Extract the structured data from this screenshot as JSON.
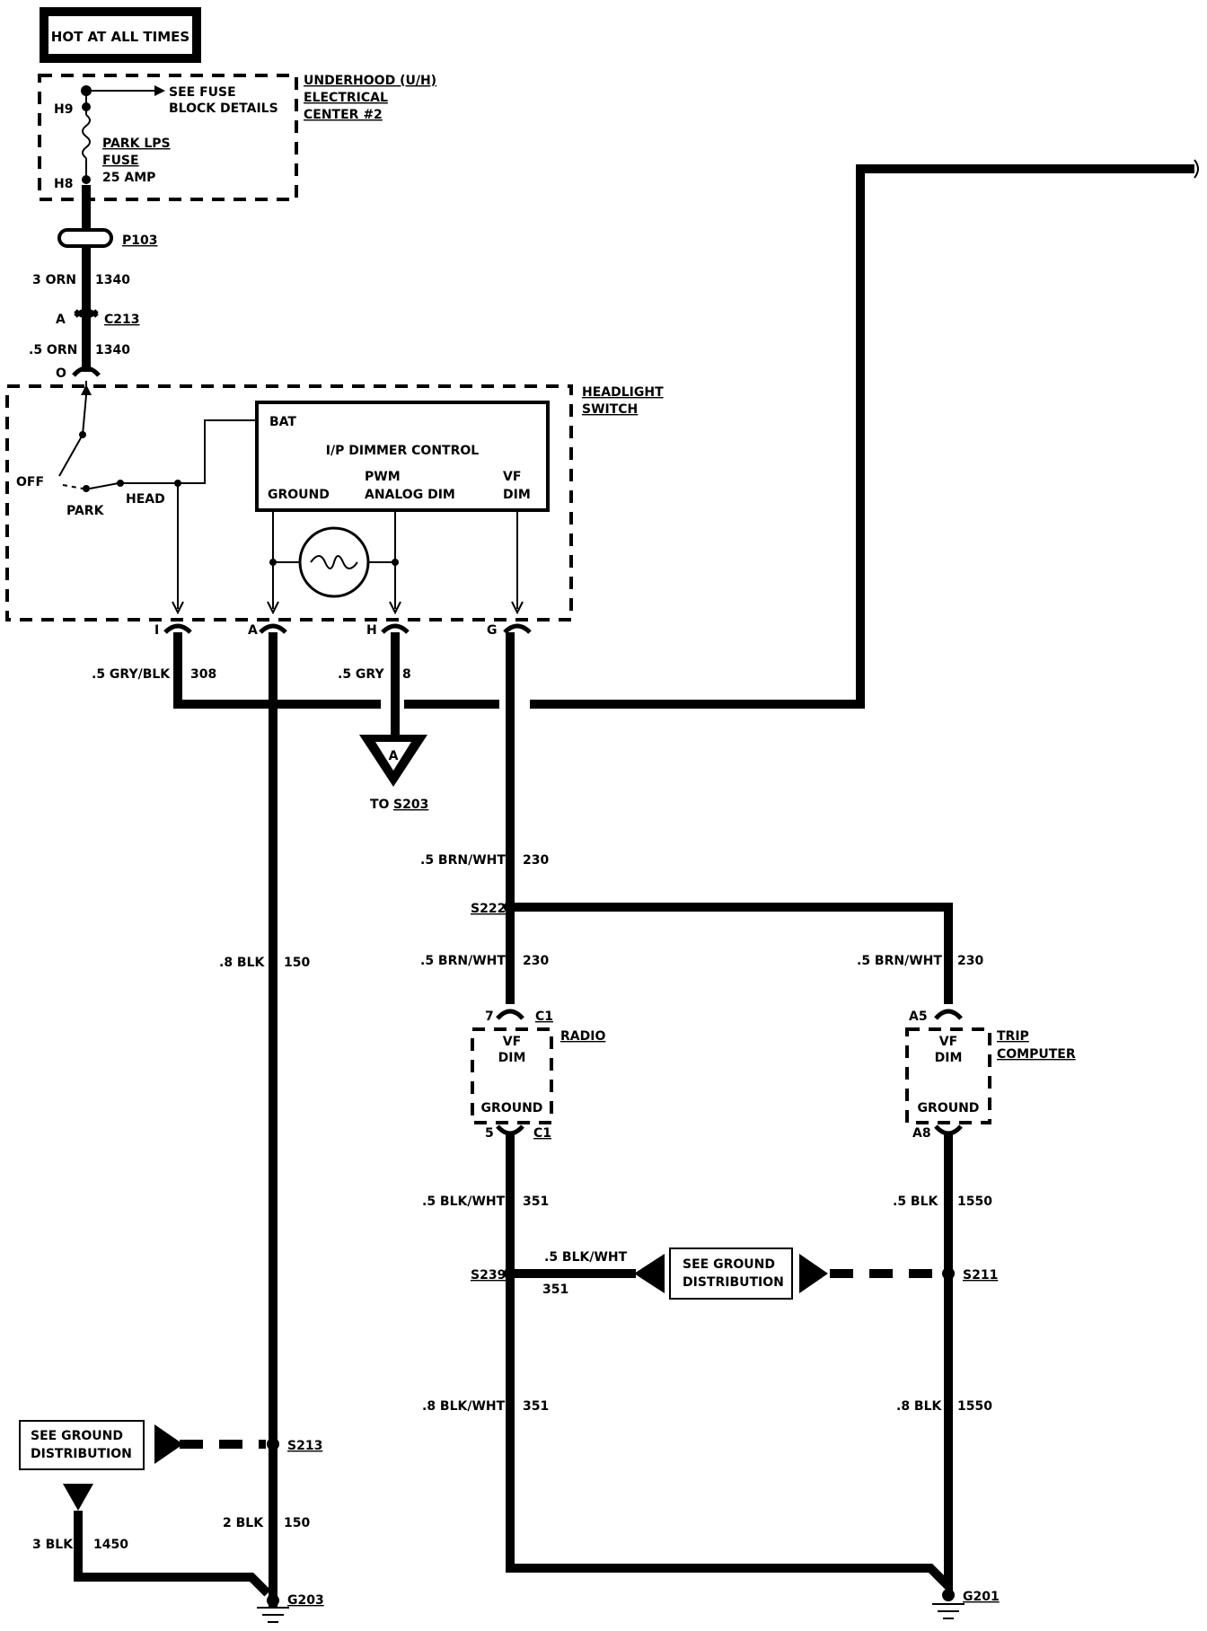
{
  "header": {
    "hot_label": "HOT AT ALL TIMES"
  },
  "underhood": {
    "title_1": "UNDERHOOD (U/H)",
    "title_2": "ELECTRICAL",
    "title_3": "CENTER #2",
    "see_fuse_1": "SEE FUSE",
    "see_fuse_2": "BLOCK DETAILS",
    "pin_top": "H9",
    "pin_bottom": "H8",
    "fuse_1": "PARK LPS",
    "fuse_2": "FUSE",
    "fuse_3": "25 AMP"
  },
  "feed": {
    "p103": "P103",
    "wire1_size": "3 ORN",
    "wire1_ckt": "1340",
    "c213_pin": "A",
    "c213": "C213",
    "wire2_size": ".5 ORN",
    "wire2_ckt": "1340",
    "switch_pin": "O"
  },
  "headlight_switch": {
    "title_1": "HEADLIGHT",
    "title_2": "SWITCH",
    "off": "OFF",
    "park": "PARK",
    "head": "HEAD",
    "bat": "BAT",
    "control": "I/P DIMMER CONTROL",
    "ground": "GROUND",
    "pwm_1": "PWM",
    "pwm_2": "ANALOG DIM",
    "vf_1": "VF",
    "vf_2": "DIM",
    "pins": [
      "I",
      "A",
      "H",
      "G"
    ]
  },
  "wires": {
    "w308_size": ".5 GRY/BLK",
    "w308_ckt": "308",
    "w8_size": ".5 GRY",
    "w8_ckt": "8",
    "to_s203_prefix": "TO",
    "to_s203": "S203",
    "offpage": "A",
    "w230a_size": ".5 BRN/WHT",
    "w230a_ckt": "230",
    "s222": "S222",
    "w230b_size": ".5 BRN/WHT",
    "w230b_ckt": "230",
    "w230c_size": ".5 BRN/WHT",
    "w230c_ckt": "230",
    "w150a_size": ".8 BLK",
    "w150a_ckt": "150",
    "w150b_size": "2 BLK",
    "w150b_ckt": "150",
    "w1450_size": "3 BLK",
    "w1450_ckt": "1450",
    "s213": "S213",
    "g203": "G203",
    "w351a_size": ".5 BLK/WHT",
    "w351a_ckt": "351",
    "w351b_size": ".5 BLK/WHT",
    "w351b_ckt": "351",
    "w351c_size": ".8 BLK/WHT",
    "w351c_ckt": "351",
    "s239": "S239",
    "w1550a_size": ".5 BLK",
    "w1550a_ckt": "1550",
    "w1550b_size": ".8 BLK",
    "w1550b_ckt": "1550",
    "s211": "S211",
    "g201": "G201"
  },
  "radio": {
    "name": "RADIO",
    "pin_in": "7",
    "conn_in": "C1",
    "vf_1": "VF",
    "vf_2": "DIM",
    "ground": "GROUND",
    "pin_out": "5",
    "conn_out": "C1"
  },
  "trip": {
    "name_1": "TRIP",
    "name_2": "COMPUTER",
    "pin_in": "A5",
    "vf_1": "VF",
    "vf_2": "DIM",
    "ground": "GROUND",
    "pin_out": "A8"
  },
  "ground_dist": {
    "left_1": "SEE GROUND",
    "left_2": "DISTRIBUTION",
    "mid_1": "SEE GROUND",
    "mid_2": "DISTRIBUTION"
  }
}
